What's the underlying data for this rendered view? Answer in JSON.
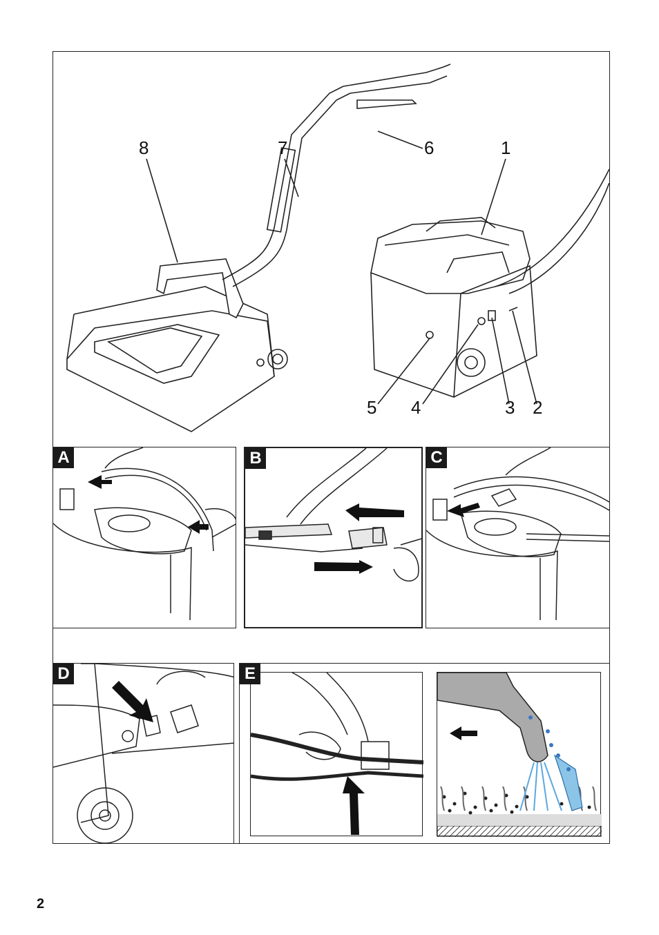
{
  "overview": {
    "callouts": [
      "8",
      "7",
      "6",
      "1",
      "5",
      "4",
      "3",
      "2"
    ]
  },
  "steps": [
    {
      "label": "A"
    },
    {
      "label": "B"
    },
    {
      "label": "C"
    },
    {
      "label": "D"
    },
    {
      "label": "E"
    }
  ],
  "page_number": "2"
}
